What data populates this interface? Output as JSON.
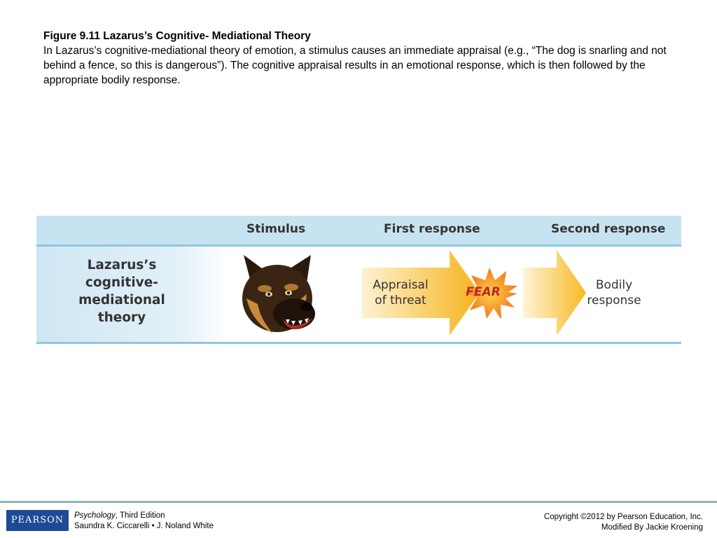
{
  "caption": {
    "title": "Figure 9.11   Lazarus’s Cognitive- Mediational Theory",
    "body": "In Lazarus’s cognitive-mediational theory of emotion, a stimulus causes an immediate appraisal (e.g., “The dog is snarling and not behind a fence, so this is dangerous”). The cognitive appraisal results in an emotional response, which is then followed by the appropriate bodily response."
  },
  "figure": {
    "headers": {
      "stimulus": "Stimulus",
      "first": "First response",
      "second": "Second response"
    },
    "row_label": [
      "Lazarus’s",
      "cognitive-mediational",
      "theory"
    ],
    "appraisal": [
      "Appraisal",
      "of threat"
    ],
    "emotion": "FEAR",
    "bodily": [
      "Bodily",
      "response"
    ],
    "colors": {
      "header_band": "#c7e3f1",
      "rule": "#8ec7e2",
      "arrow_light": "#fde7b0",
      "arrow_dark": "#f6b41c",
      "burst": "#f28a1e",
      "burst_text": "#b8272a"
    },
    "dog_icon": "snarling-dog-icon"
  },
  "footer": {
    "logo": "PEARSON",
    "book_title": "Psychology",
    "book_edition": ", Third Edition",
    "authors": "Saundra K. Ciccarelli • J. Noland White",
    "copyright": "Copyright ©2012 by Pearson Education, Inc.",
    "modified": "Modified By Jackie Kroening"
  }
}
